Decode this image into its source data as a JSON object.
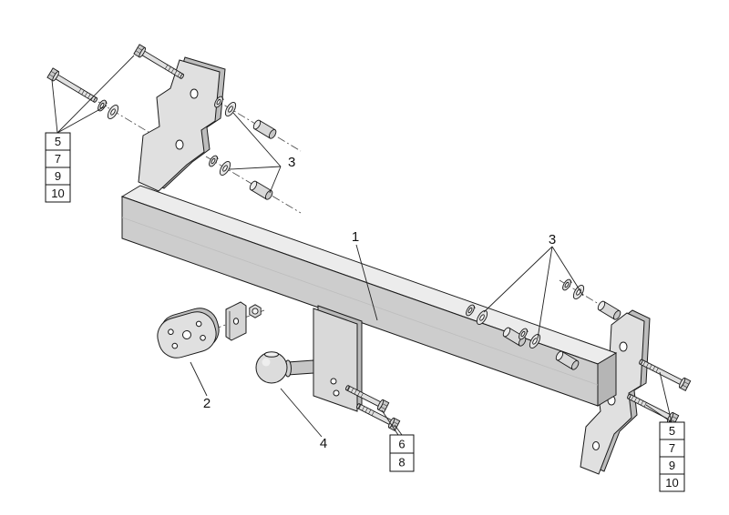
{
  "parts": {
    "beam": "1",
    "plate": "2",
    "hardware_left": "3",
    "hardware_right": "3",
    "ball": "4"
  },
  "callouts": {
    "left": [
      "5",
      "7",
      "9",
      "10"
    ],
    "center": [
      "6",
      "8"
    ],
    "right": [
      "5",
      "7",
      "9",
      "10"
    ]
  },
  "colors": {
    "line": "#1a1a1a",
    "fill_light": "#e8e8e8",
    "fill_mid": "#cdcdcd",
    "background": "#ffffff"
  }
}
